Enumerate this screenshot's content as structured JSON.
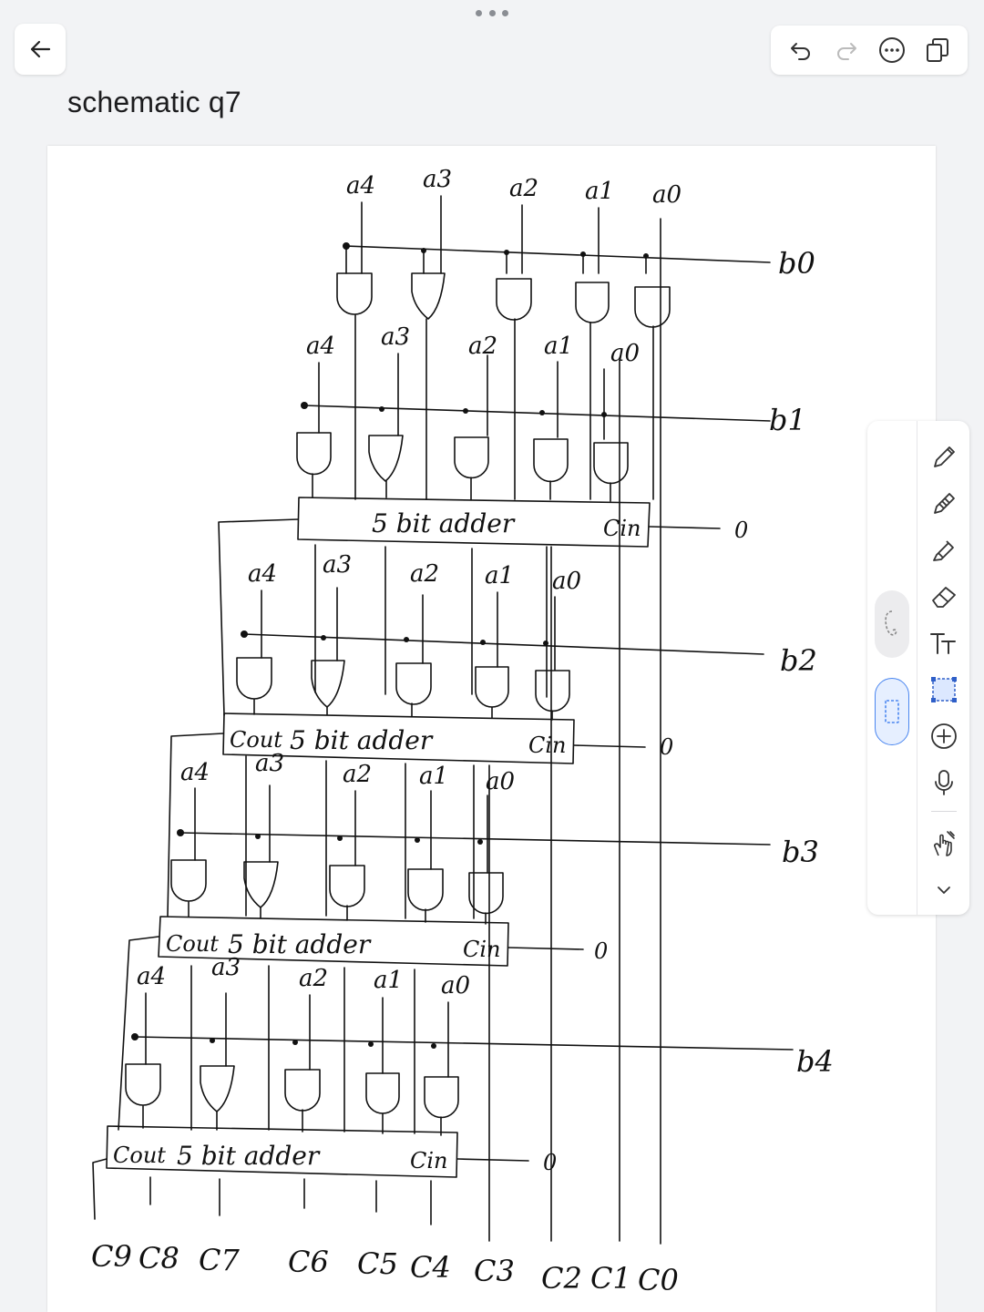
{
  "app": {
    "title": "schematic q7",
    "top_toolbar": [
      "undo-icon",
      "redo-icon",
      "more-icon",
      "pages-icon"
    ],
    "side_toolbar": [
      "lasso-icon",
      "selection-icon",
      "pen-icon",
      "pencil-icon",
      "highlighter-icon",
      "eraser-icon",
      "text-tool-icon",
      "shape-select-icon",
      "add-icon",
      "microphone-icon",
      "hand-touch-icon",
      "chevron-down-icon"
    ],
    "colors": {
      "accent": "#4a86f0",
      "background": "#f2f3f5",
      "ink": "#111111"
    }
  },
  "sketch": {
    "row_inputs": {
      "row0": [
        "a4",
        "a3",
        "a2",
        "a1",
        "a0"
      ],
      "row1": [
        "a4",
        "a3",
        "a2",
        "a1",
        "a0"
      ],
      "row2": [
        "a4",
        "a3",
        "a2",
        "a1",
        "a0"
      ],
      "row3": [
        "a4",
        "a3",
        "a2",
        "a1",
        "a0"
      ],
      "row4": [
        "a4",
        "a3",
        "a2",
        "a1",
        "a0"
      ]
    },
    "b_labels": [
      "b0",
      "b1",
      "b2",
      "b3",
      "b4"
    ],
    "adders": [
      {
        "cout": "",
        "label": "5 bit adder",
        "cin": "Cin",
        "zero": "0"
      },
      {
        "cout": "Cout",
        "label": "5 bit adder",
        "cin": "Cin",
        "zero": "0"
      },
      {
        "cout": "Cout",
        "label": "5 bit adder",
        "cin": "Cin",
        "zero": "0"
      },
      {
        "cout": "Cout",
        "label": "5 bit adder",
        "cin": "Cin",
        "zero": "0"
      }
    ],
    "outputs": [
      "C9",
      "C8",
      "C7",
      "C6",
      "C5",
      "C4",
      "C3",
      "C2",
      "C1",
      "C0"
    ]
  }
}
